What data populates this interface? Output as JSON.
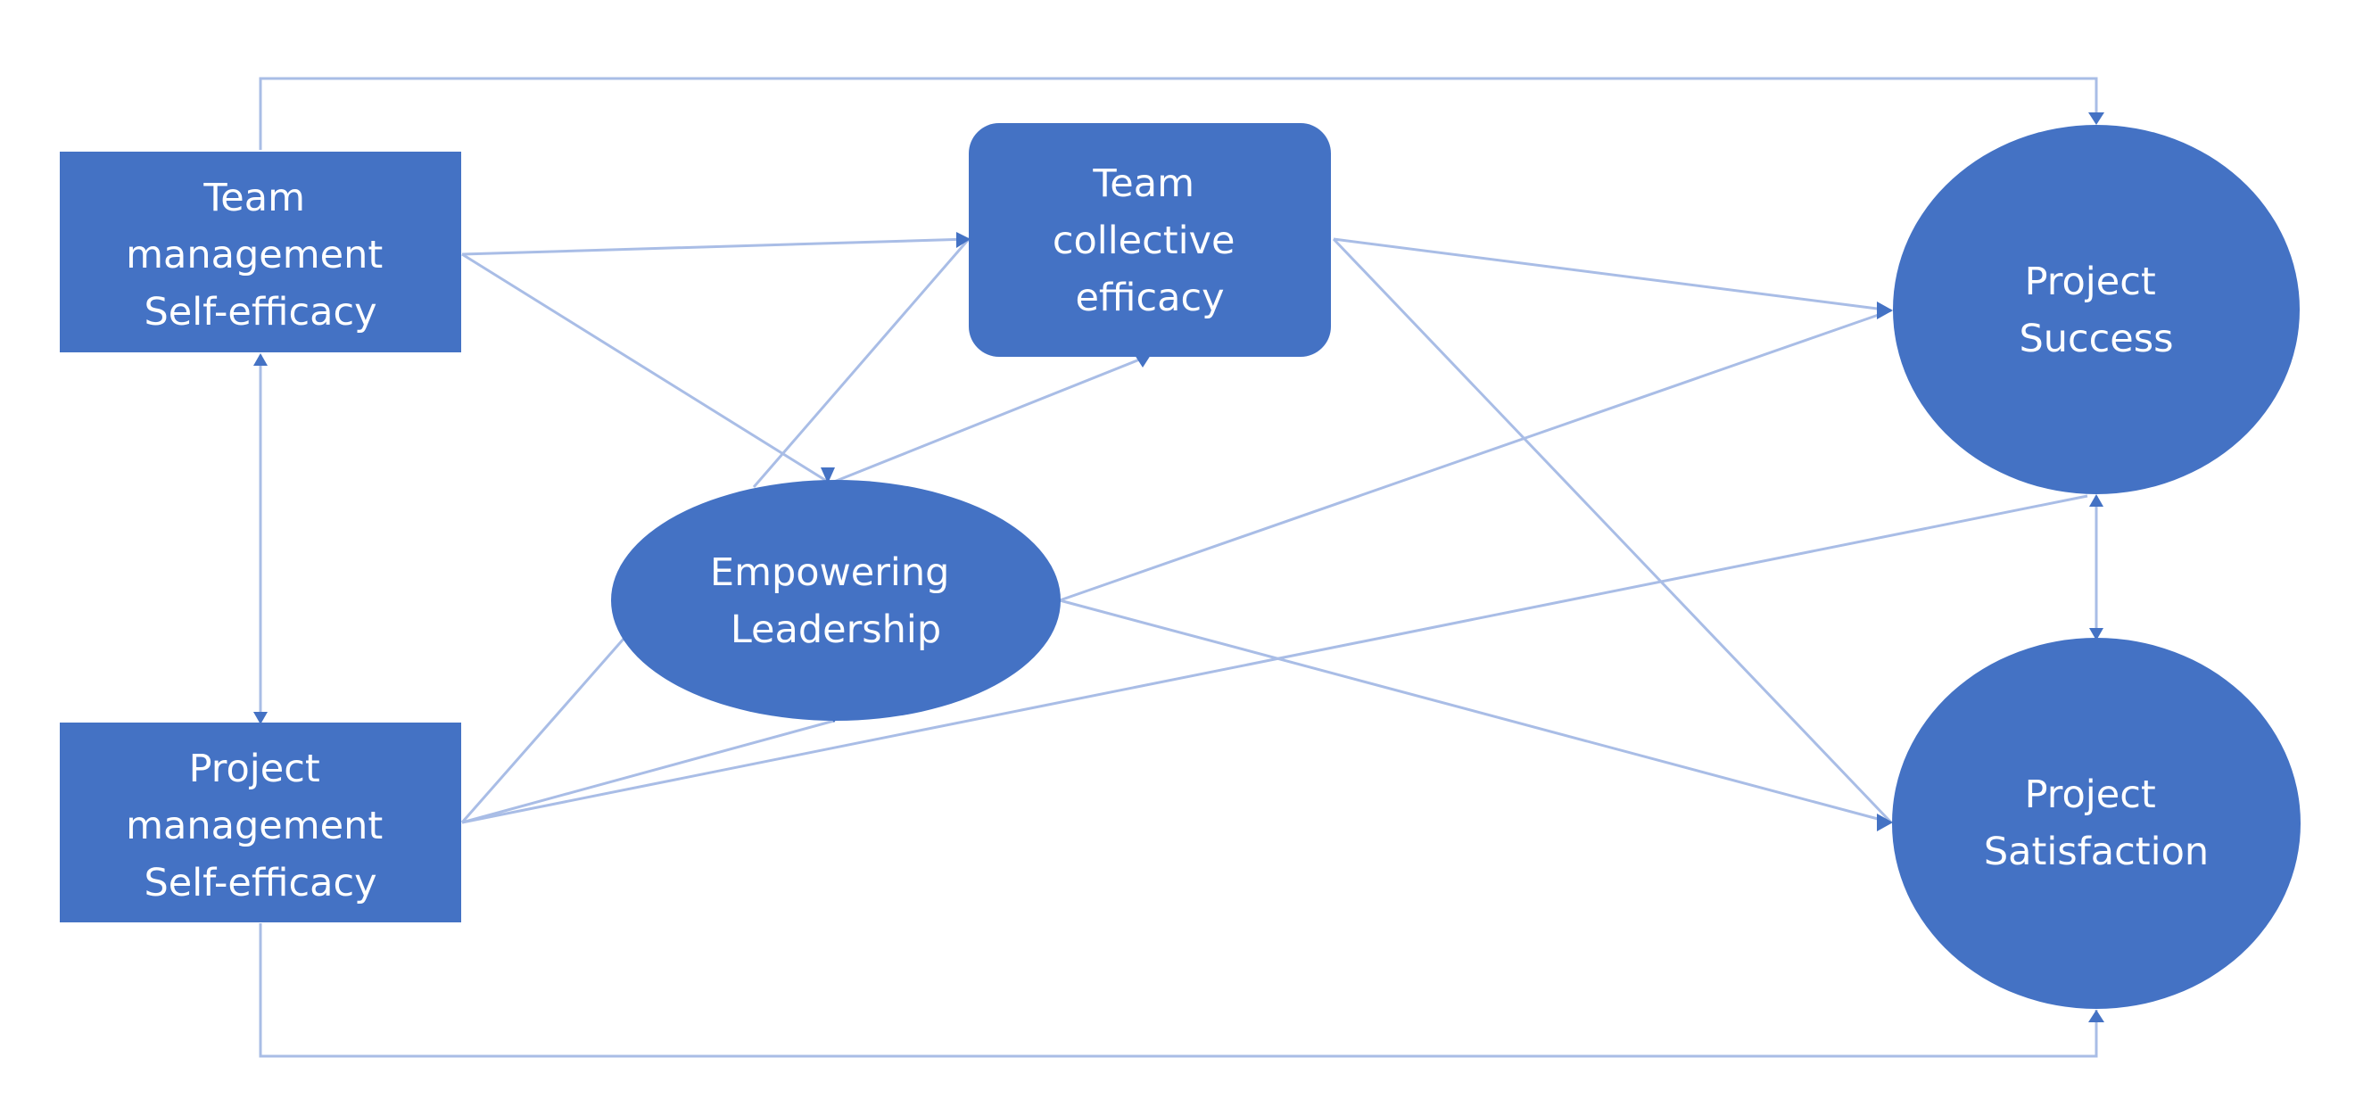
{
  "nodes": {
    "team_management": {
      "lines": [
        "Team",
        "management",
        "Self-efficacy"
      ]
    },
    "project_management": {
      "lines": [
        "Project",
        "management",
        "Self-efficacy"
      ]
    },
    "team_collective": {
      "lines": [
        "Team",
        "collective",
        "efficacy"
      ]
    },
    "empowering": {
      "lines": [
        "Empowering",
        "Leadership"
      ]
    },
    "success": {
      "lines": [
        "Project",
        "Success"
      ]
    },
    "satisfaction": {
      "lines": [
        "Project",
        "Satisfaction"
      ]
    }
  },
  "colors": {
    "node_fill": "#4472c4",
    "node_text": "#ffffff",
    "connector": "#a9bde6",
    "arrowhead": "#4472c4"
  }
}
